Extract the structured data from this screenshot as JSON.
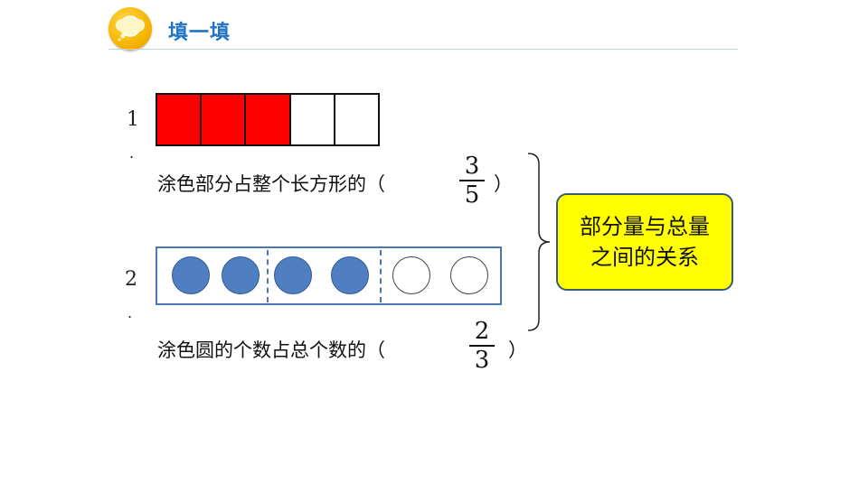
{
  "header": {
    "title": "填一填",
    "logo_icon": "thought-bubble-icon"
  },
  "item1": {
    "number": "1",
    "dot": ".",
    "cells": [
      "filled",
      "filled",
      "filled",
      "empty",
      "empty"
    ],
    "fill_color": "#ff0000",
    "sentence_text": "涂色部分占整个长方形的（",
    "numerator": "3",
    "denominator": "5",
    "closing": "）"
  },
  "item2": {
    "number": "2",
    "dot": ".",
    "circles": [
      "filled",
      "filled",
      "filled",
      "filled",
      "empty",
      "empty"
    ],
    "fill_color": "#4f7fc1",
    "sentence_text": "涂色圆的个数占总个数的（",
    "numerator": "2",
    "denominator": "3",
    "closing": "）"
  },
  "callout": {
    "line1": "部分量与总量",
    "line2": "之间的关系",
    "background": "#ffff00"
  }
}
